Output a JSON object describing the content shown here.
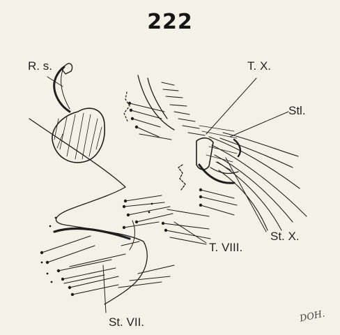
{
  "figure_number": "222",
  "signature": "DOH.",
  "labels": {
    "rs": "R. s.",
    "tx": "T. X.",
    "stl": "Stl.",
    "stx": "St. X.",
    "tviii": "T. VIII.",
    "stvii": "St. VII."
  },
  "colors": {
    "background": "#f4f2e6",
    "ink": "#1e1e1e"
  }
}
